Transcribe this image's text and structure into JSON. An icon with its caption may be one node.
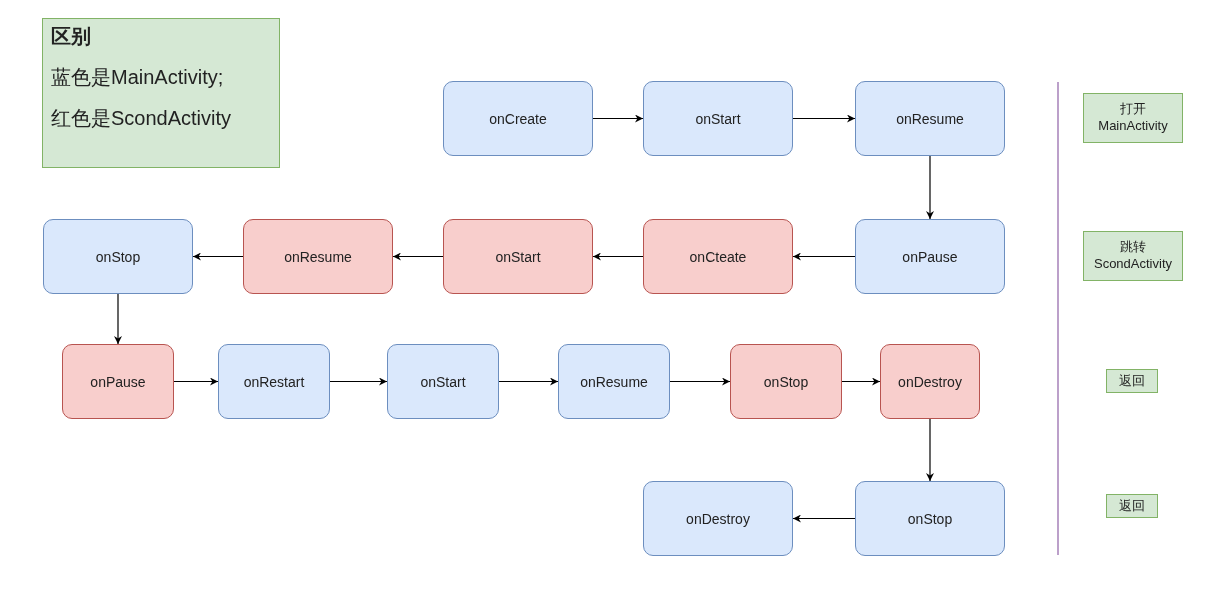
{
  "diagram": {
    "nodes": [
      {
        "text": [
          "区别",
          "蓝色是MainActivity;",
          "红色是ScondActivity"
        ]
      },
      {
        "text": [
          "onCreate"
        ]
      },
      {
        "text": [
          "onStart"
        ]
      },
      {
        "text": [
          "onResume"
        ]
      },
      {
        "text": [
          "onStop"
        ]
      },
      {
        "text": [
          "onResume"
        ]
      },
      {
        "text": [
          "onStart"
        ]
      },
      {
        "text": [
          "onCteate"
        ]
      },
      {
        "text": [
          "onPause"
        ]
      },
      {
        "text": [
          "onPause"
        ]
      },
      {
        "text": [
          "onRestart"
        ]
      },
      {
        "text": [
          "onStart"
        ]
      },
      {
        "text": [
          "onResume"
        ]
      },
      {
        "text": [
          "onStop"
        ]
      },
      {
        "text": [
          "onDestroy"
        ]
      },
      {
        "text": [
          "onDestroy"
        ]
      },
      {
        "text": [
          "onStop"
        ]
      },
      {
        "text": [
          "打开 MainActivity"
        ]
      },
      {
        "text": [
          "跳转 ScondActivity"
        ]
      },
      {
        "text": [
          "返回"
        ]
      },
      {
        "text": [
          "返回"
        ]
      }
    ],
    "edges": [
      {
        "from": 1,
        "to": 2,
        "arrow": "to"
      },
      {
        "from": 2,
        "to": 3,
        "arrow": "to"
      },
      {
        "from": 3,
        "to": 8,
        "arrow": "to"
      },
      {
        "from": 8,
        "to": 7,
        "arrow": "to"
      },
      {
        "from": 7,
        "to": 6,
        "arrow": "to"
      },
      {
        "from": 6,
        "to": 5,
        "arrow": "to"
      },
      {
        "from": 5,
        "to": 4,
        "arrow": "to"
      },
      {
        "from": 4,
        "to": 9,
        "arrow": "to"
      },
      {
        "from": 9,
        "to": 10,
        "arrow": "to"
      },
      {
        "from": 10,
        "to": 11,
        "arrow": "to"
      },
      {
        "from": 11,
        "to": 12,
        "arrow": "to"
      },
      {
        "from": 12,
        "to": 13,
        "arrow": "to"
      },
      {
        "from": 13,
        "to": 14,
        "arrow": "to"
      },
      {
        "from": 14,
        "to": 16,
        "arrow": "to"
      },
      {
        "from": 16,
        "to": 15,
        "arrow": "to"
      }
    ]
  }
}
